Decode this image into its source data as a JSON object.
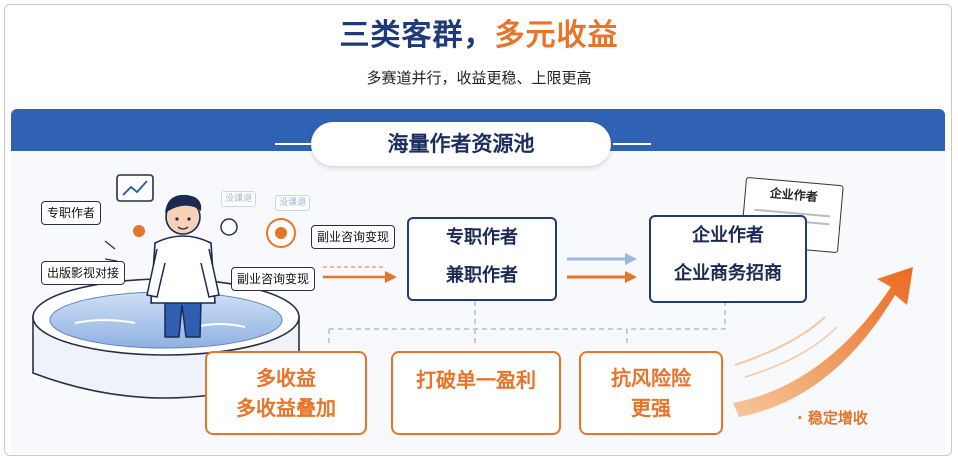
{
  "header": {
    "title_part1": "三类客群，",
    "title_part2": "多元收益",
    "subtitle": "多赛道并行，收益更稳、上限更高"
  },
  "pool": {
    "title": "海量作者资源池"
  },
  "bubbles": {
    "fulltime": "专职作者",
    "publishing": "出版影视对接",
    "side_income_top": "副业咨询变现",
    "side_income_bottom": "副业咨询变现",
    "ghost1": "没课退",
    "ghost2": "没课退"
  },
  "flow": {
    "box1_row1": "专职作者",
    "box1_row2": "兼职作者",
    "box2_row1": "企业作者",
    "box2_row2": "企业商务招商",
    "card_label": "企业作者"
  },
  "benefits": {
    "b1_line1": "多收益",
    "b1_line2": "多收益叠加",
    "b2": "打破单一盈利",
    "b3_line1": "抗风险险",
    "b3_line2": "更强"
  },
  "growth_label": "· 稳定增收",
  "colors": {
    "navy": "#1f3a78",
    "orange": "#e8742a",
    "band_blue": "#2f62b5"
  }
}
